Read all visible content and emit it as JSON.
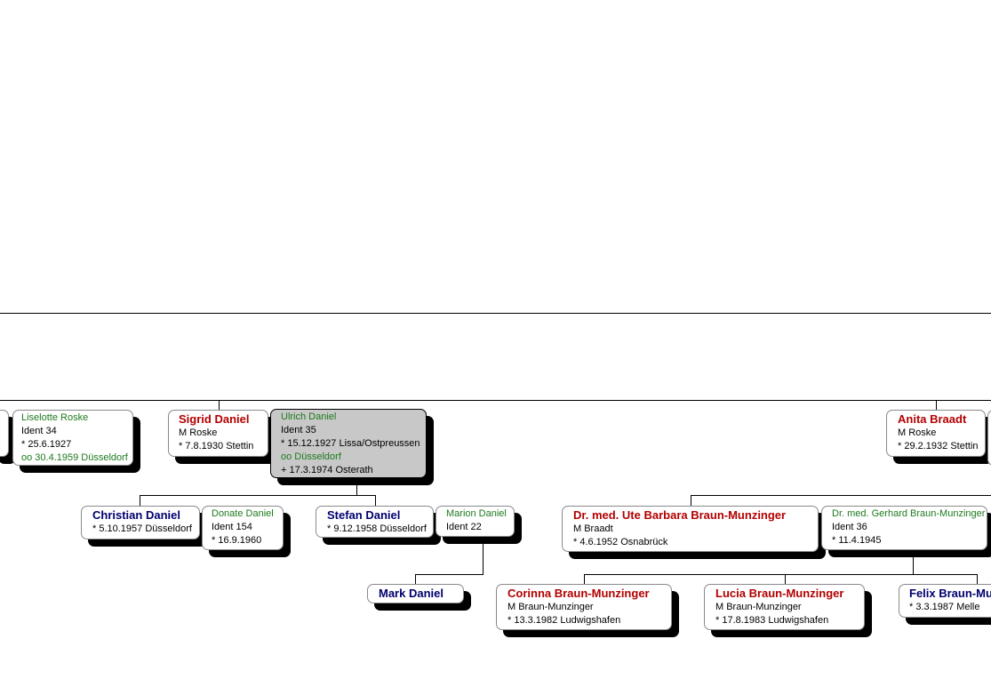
{
  "colors": {
    "female": "#b30000",
    "male": "#00006e",
    "spouse": "#1d7a1d",
    "selected_bg": "#c8c8c8"
  },
  "persons": {
    "liselotte": {
      "name": "Liselotte Roske",
      "ident": "Ident 34",
      "birth": "* 25.6.1927",
      "marriage": "oo 30.4.1959 Düsseldorf"
    },
    "sigrid": {
      "name": "Sigrid Daniel",
      "maiden": "M Roske",
      "birth": "* 7.8.1930 Stettin"
    },
    "ulrich": {
      "name": "Ulrich Daniel",
      "ident": "Ident 35",
      "birth": "* 15.12.1927 Lissa/Ostpreussen",
      "marriage": "oo  Düsseldorf",
      "death": "+ 17.3.1974 Osterath"
    },
    "anita": {
      "name": "Anita Braadt",
      "maiden": "M Roske",
      "birth": "* 29.2.1932 Stettin"
    },
    "christian": {
      "name": "Christian Daniel",
      "birth": "* 5.10.1957 Düsseldorf"
    },
    "donate": {
      "name": "Donate Daniel",
      "ident": "Ident 154",
      "birth": "* 16.9.1960"
    },
    "stefan": {
      "name": "Stefan Daniel",
      "birth": "* 9.12.1958 Düsseldorf"
    },
    "marion": {
      "name": "Marion Daniel",
      "ident": "Ident 22"
    },
    "ute": {
      "name": "Dr. med. Ute Barbara Braun-Munzinger",
      "maiden": "M Braadt",
      "birth": "* 4.6.1952 Osnabrück"
    },
    "gerhard": {
      "name": "Dr. med. Gerhard Braun-Munzinger",
      "ident": "Ident 36",
      "birth": "* 11.4.1945"
    },
    "mark": {
      "name": "Mark Daniel"
    },
    "corinna": {
      "name": "Corinna Braun-Munzinger",
      "maiden": "M Braun-Munzinger",
      "birth": "* 13.3.1982 Ludwigshafen"
    },
    "lucia": {
      "name": "Lucia Braun-Munzinger",
      "maiden": "M Braun-Munzinger",
      "birth": "* 17.8.1983 Ludwigshafen"
    },
    "felix": {
      "name": "Felix Braun-Munzinger",
      "birth": "* 3.3.1987 Melle"
    }
  }
}
